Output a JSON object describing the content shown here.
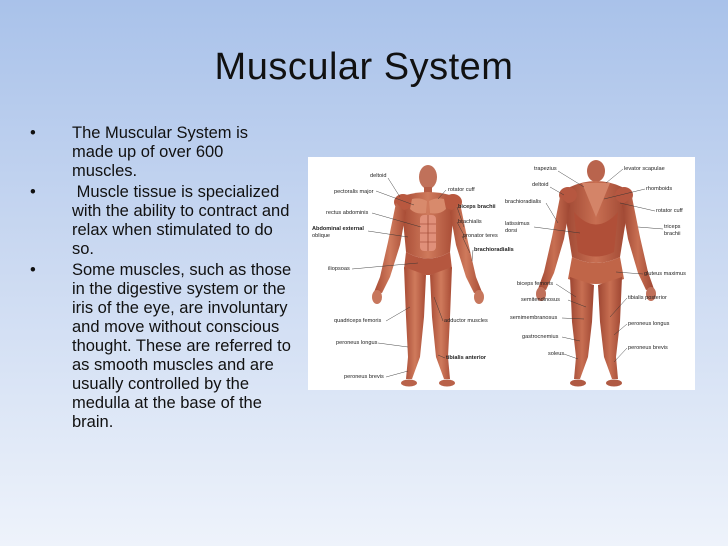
{
  "slide": {
    "title": "Muscular System",
    "bullets": [
      "The Muscular System is made up of over 600 muscles.",
      " Muscle tissue is specialized with the ability to contract and relax when stimulated to do so.",
      "Some muscles, such as those in the digestive system or the iris of the eye, are involuntary and move without conscious thought. These are referred to as smooth muscles and are usually controlled by the medulla at the base of the brain."
    ],
    "bullet_char": "•"
  },
  "figure": {
    "front_labels": {
      "deltoid": "deltoid",
      "pectoralis_major": "pectoralis major",
      "rotator_cuff": "rotator cuff",
      "biceps_brachii": "biceps brachii",
      "rectus_abdominis": "rectus abdominis",
      "brachialis": "brachialis",
      "abdominal_external": "Abdominal external",
      "oblique": "oblique",
      "pronator_teres": "pronator teres",
      "brachioradialis": "brachioradialis",
      "iliopsoas": "iliopsoas",
      "quadriceps_femoris": "quadriceps femoris",
      "adductor_muscles": "adductor muscles",
      "peroneus_longus": "peroneus longus",
      "tibialis_anterior": "tibialis anterior",
      "peroneus_brevis": "peroneus brevis"
    },
    "back_labels": {
      "trapezius": "trapezius",
      "levator_scapulae": "levator scapulae",
      "deltoid": "deltoid",
      "rhomboids": "rhomboids",
      "brachioradialis": "brachioradialis",
      "rotator_cuff": "rotator cuff",
      "latissimus": "latissimus",
      "dorsi": "dorsi",
      "triceps": "triceps",
      "brachii": "brachii",
      "gluteus_maximus": "gluteus maximus",
      "biceps_femoris": "biceps femoris",
      "semitendinosus": "semitendinosus",
      "tibialis_posterior": "tibialis posterior",
      "semimembranosus": "semimembranosus",
      "peroneus_longus": "peroneus longus",
      "gastrocnemius": "gastrocnemius",
      "peroneus_brevis": "peroneus brevis",
      "soleus": "soleus"
    }
  }
}
